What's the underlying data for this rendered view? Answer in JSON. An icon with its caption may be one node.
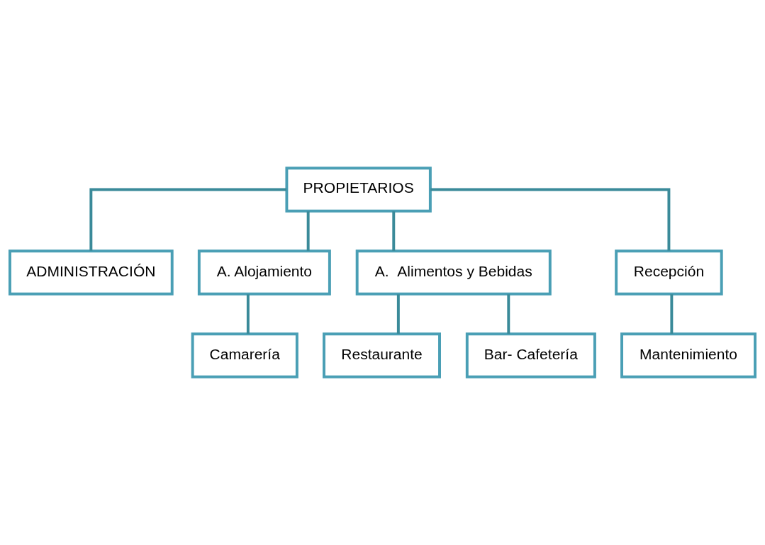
{
  "diagram": {
    "nodes": [
      {
        "text": [
          "PROPIETARIOS"
        ]
      },
      {
        "text": [
          "ADMINISTRACIÓN"
        ]
      },
      {
        "text": [
          "A. Alojamiento"
        ]
      },
      {
        "text": [
          "A.  Alimentos y Bebidas"
        ]
      },
      {
        "text": [
          "Recepción"
        ]
      },
      {
        "text": [
          "Camarería"
        ]
      },
      {
        "text": [
          "Restaurante"
        ]
      },
      {
        "text": [
          "Bar- Cafetería"
        ]
      },
      {
        "text": [
          "Mantenimiento"
        ]
      }
    ],
    "edges": [
      {
        "from": 0,
        "to": 1,
        "arrow": "none"
      },
      {
        "from": 0,
        "to": 2,
        "arrow": "none"
      },
      {
        "from": 0,
        "to": 3,
        "arrow": "none"
      },
      {
        "from": 0,
        "to": 4,
        "arrow": "none"
      },
      {
        "from": 2,
        "to": 5,
        "arrow": "none"
      },
      {
        "from": 3,
        "to": 6,
        "arrow": "none"
      },
      {
        "from": 3,
        "to": 7,
        "arrow": "none"
      },
      {
        "from": 4,
        "to": 8,
        "arrow": "none"
      }
    ]
  }
}
